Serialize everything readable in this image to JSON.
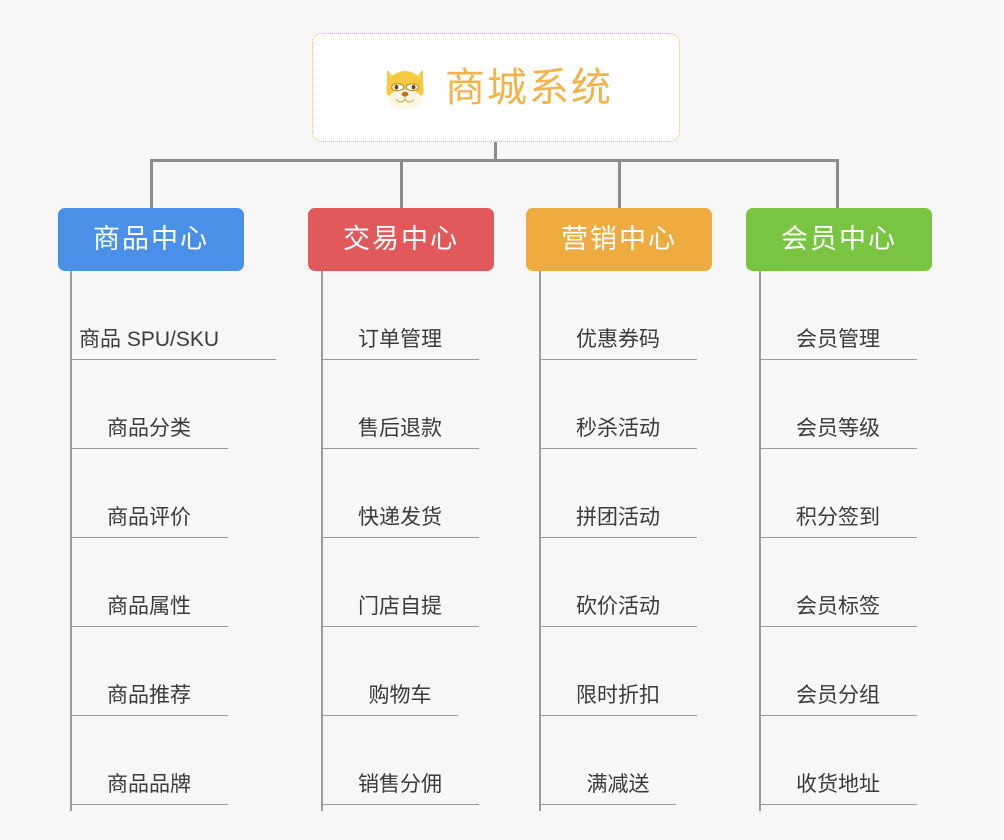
{
  "diagram": {
    "title": "商城系统",
    "root": {
      "label": "商城系统",
      "icon": "shiba-dog-face-icon",
      "text_color": "#f3b34a",
      "border_color": "#e8b96a",
      "background": "#ffffff"
    },
    "background_color": "#f7f7f7",
    "connector_color": "#8c8c8c",
    "leaf_line_color": "#9b9b9b",
    "leaf_text_color": "#3b3b3b",
    "columns": [
      {
        "label": "商品中心",
        "color": "#4a90e8",
        "items": [
          "商品 SPU/SKU",
          "商品分类",
          "商品评价",
          "商品属性",
          "商品推荐",
          "商品品牌"
        ]
      },
      {
        "label": "交易中心",
        "color": "#e2595c",
        "items": [
          "订单管理",
          "售后退款",
          "快递发货",
          "门店自提",
          "购物车",
          "销售分佣"
        ]
      },
      {
        "label": "营销中心",
        "color": "#eeab40",
        "items": [
          "优惠券码",
          "秒杀活动",
          "拼团活动",
          "砍价活动",
          "限时折扣",
          "满减送"
        ]
      },
      {
        "label": "会员中心",
        "color": "#79c441",
        "items": [
          "会员管理",
          "会员等级",
          "积分签到",
          "会员标签",
          "会员分组",
          "收货地址"
        ]
      }
    ]
  }
}
